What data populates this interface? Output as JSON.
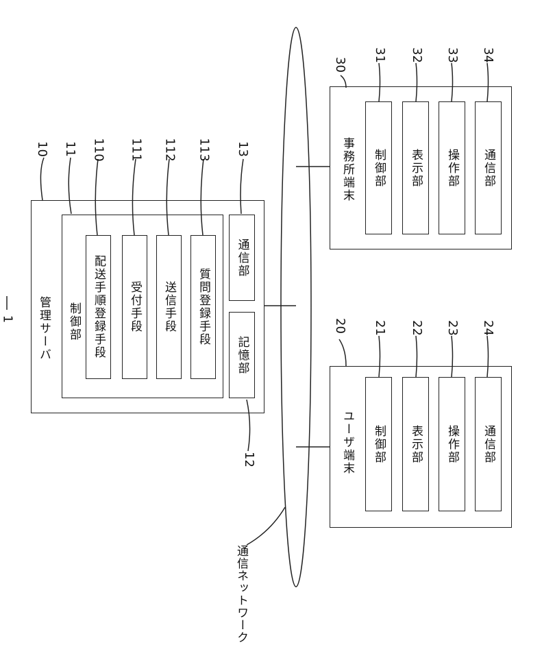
{
  "figure_number": "1",
  "network": {
    "label": "通信ネットワーク"
  },
  "server": {
    "ref": "10",
    "title": "管理サーバ",
    "control": {
      "ref": "11",
      "title": "制御部",
      "means": [
        {
          "ref": "110",
          "label": "配送手順登録手段"
        },
        {
          "ref": "111",
          "label": "受付手段"
        },
        {
          "ref": "112",
          "label": "送信手段"
        },
        {
          "ref": "113",
          "label": "質問登録手段"
        }
      ]
    },
    "storage": {
      "ref": "12",
      "label": "記憶部"
    },
    "comm": {
      "ref": "13",
      "label": "通信部"
    }
  },
  "user_terminal": {
    "ref": "20",
    "title": "ユーザ端末",
    "parts": [
      {
        "ref": "21",
        "label": "制御部"
      },
      {
        "ref": "22",
        "label": "表示部"
      },
      {
        "ref": "23",
        "label": "操作部"
      },
      {
        "ref": "24",
        "label": "通信部"
      }
    ]
  },
  "office_terminal": {
    "ref": "30",
    "title": "事務所端末",
    "parts": [
      {
        "ref": "31",
        "label": "制御部"
      },
      {
        "ref": "32",
        "label": "表示部"
      },
      {
        "ref": "33",
        "label": "操作部"
      },
      {
        "ref": "34",
        "label": "通信部"
      }
    ]
  }
}
